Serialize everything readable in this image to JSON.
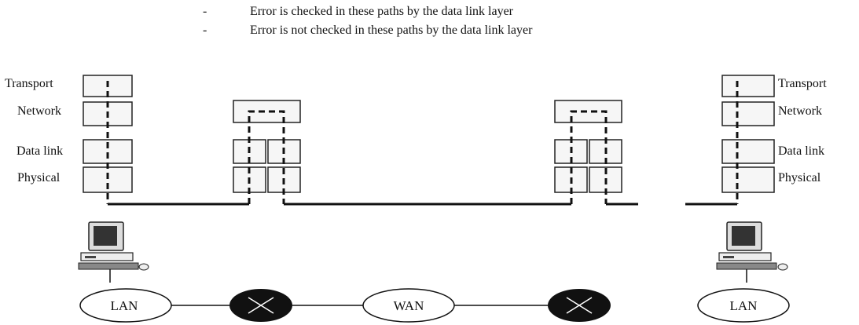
{
  "legend": [
    {
      "marker": "-",
      "text": "Error is checked in these paths by the data link layer"
    },
    {
      "marker": "-",
      "text": "Error is not checked in these paths by the data link layer"
    }
  ],
  "left_host": {
    "layers": [
      "Transport",
      "Network",
      "Data link",
      "Physical"
    ]
  },
  "right_host": {
    "layers": [
      "Transport",
      "Network",
      "Data link",
      "Physical"
    ]
  },
  "network": {
    "left_lan": "LAN",
    "wan": "WAN",
    "right_lan": "LAN"
  },
  "colors": {
    "line": "#111111",
    "box_fill": "#f6f6f6",
    "box_stroke": "#222222",
    "router_fill": "#111111",
    "router_cross": "#ffffff"
  }
}
